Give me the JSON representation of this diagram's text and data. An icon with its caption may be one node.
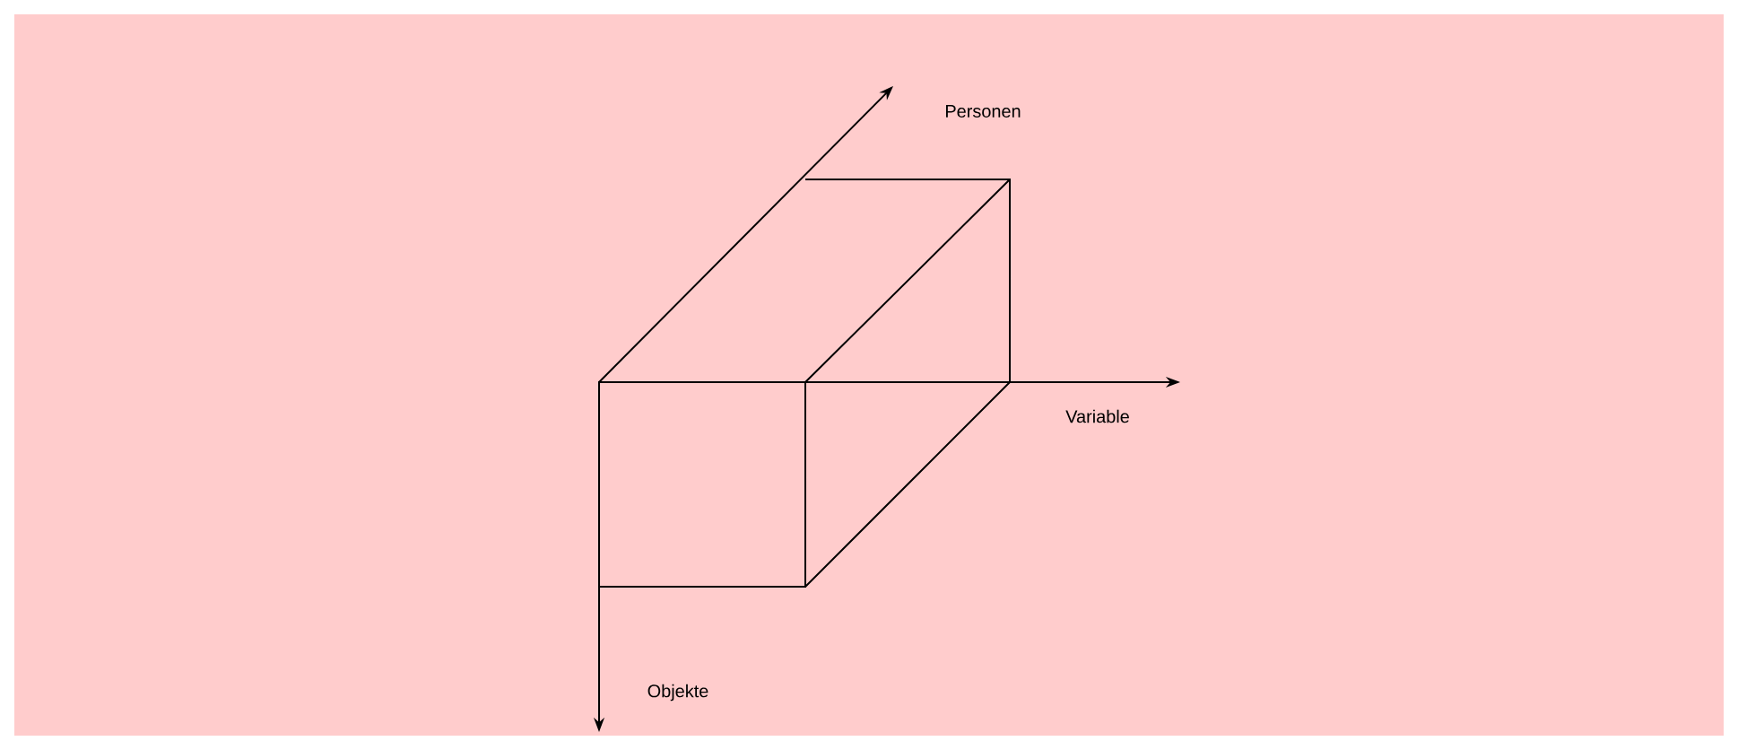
{
  "diagram": {
    "labels": [
      "Personen",
      "Variable",
      "Objekte"
    ]
  }
}
